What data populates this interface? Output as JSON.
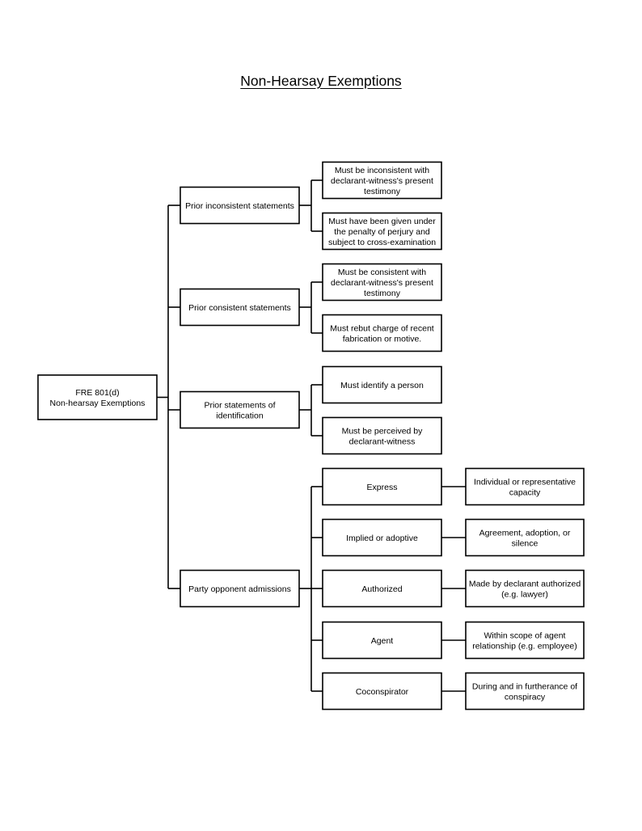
{
  "title": "Non-Hearsay Exemptions",
  "root": {
    "lines": [
      "FRE 801(d)",
      "Non-hearsay Exemptions"
    ]
  },
  "categories": [
    {
      "id": "prior-inconsistent",
      "lines": [
        "Prior inconsistent statements"
      ],
      "children": [
        {
          "lines": [
            "Must be inconsistent with",
            "declarant-witness's present",
            "testimony"
          ]
        },
        {
          "lines": [
            "Must have been given under",
            "the penalty of perjury and",
            "subject to cross-examination"
          ]
        }
      ]
    },
    {
      "id": "prior-consistent",
      "lines": [
        "Prior consistent statements"
      ],
      "children": [
        {
          "lines": [
            "Must be consistent with",
            "declarant-witness's present",
            "testimony"
          ]
        },
        {
          "lines": [
            "Must rebut charge of recent",
            "fabrication or motive."
          ]
        }
      ]
    },
    {
      "id": "prior-identification",
      "lines": [
        "Prior statements of",
        "identification"
      ],
      "children": [
        {
          "lines": [
            "Must identify a person"
          ]
        },
        {
          "lines": [
            "Must be perceived by",
            "declarant-witness"
          ]
        }
      ]
    },
    {
      "id": "party-opponent",
      "lines": [
        "Party opponent admissions"
      ],
      "children": [
        {
          "lines": [
            "Express"
          ],
          "detail": [
            "Individual or representative",
            "capacity"
          ]
        },
        {
          "lines": [
            "Implied or adoptive"
          ],
          "detail": [
            "Agreement, adoption, or",
            "silence"
          ]
        },
        {
          "lines": [
            "Authorized"
          ],
          "detail": [
            "Made by declarant authorized",
            "(e.g. lawyer)"
          ]
        },
        {
          "lines": [
            "Agent"
          ],
          "detail": [
            "Within scope of agent",
            "relationship (e.g. employee)"
          ]
        },
        {
          "lines": [
            "Coconspirator"
          ],
          "detail": [
            "During and in furtherance of",
            "conspiracy"
          ]
        }
      ]
    }
  ]
}
